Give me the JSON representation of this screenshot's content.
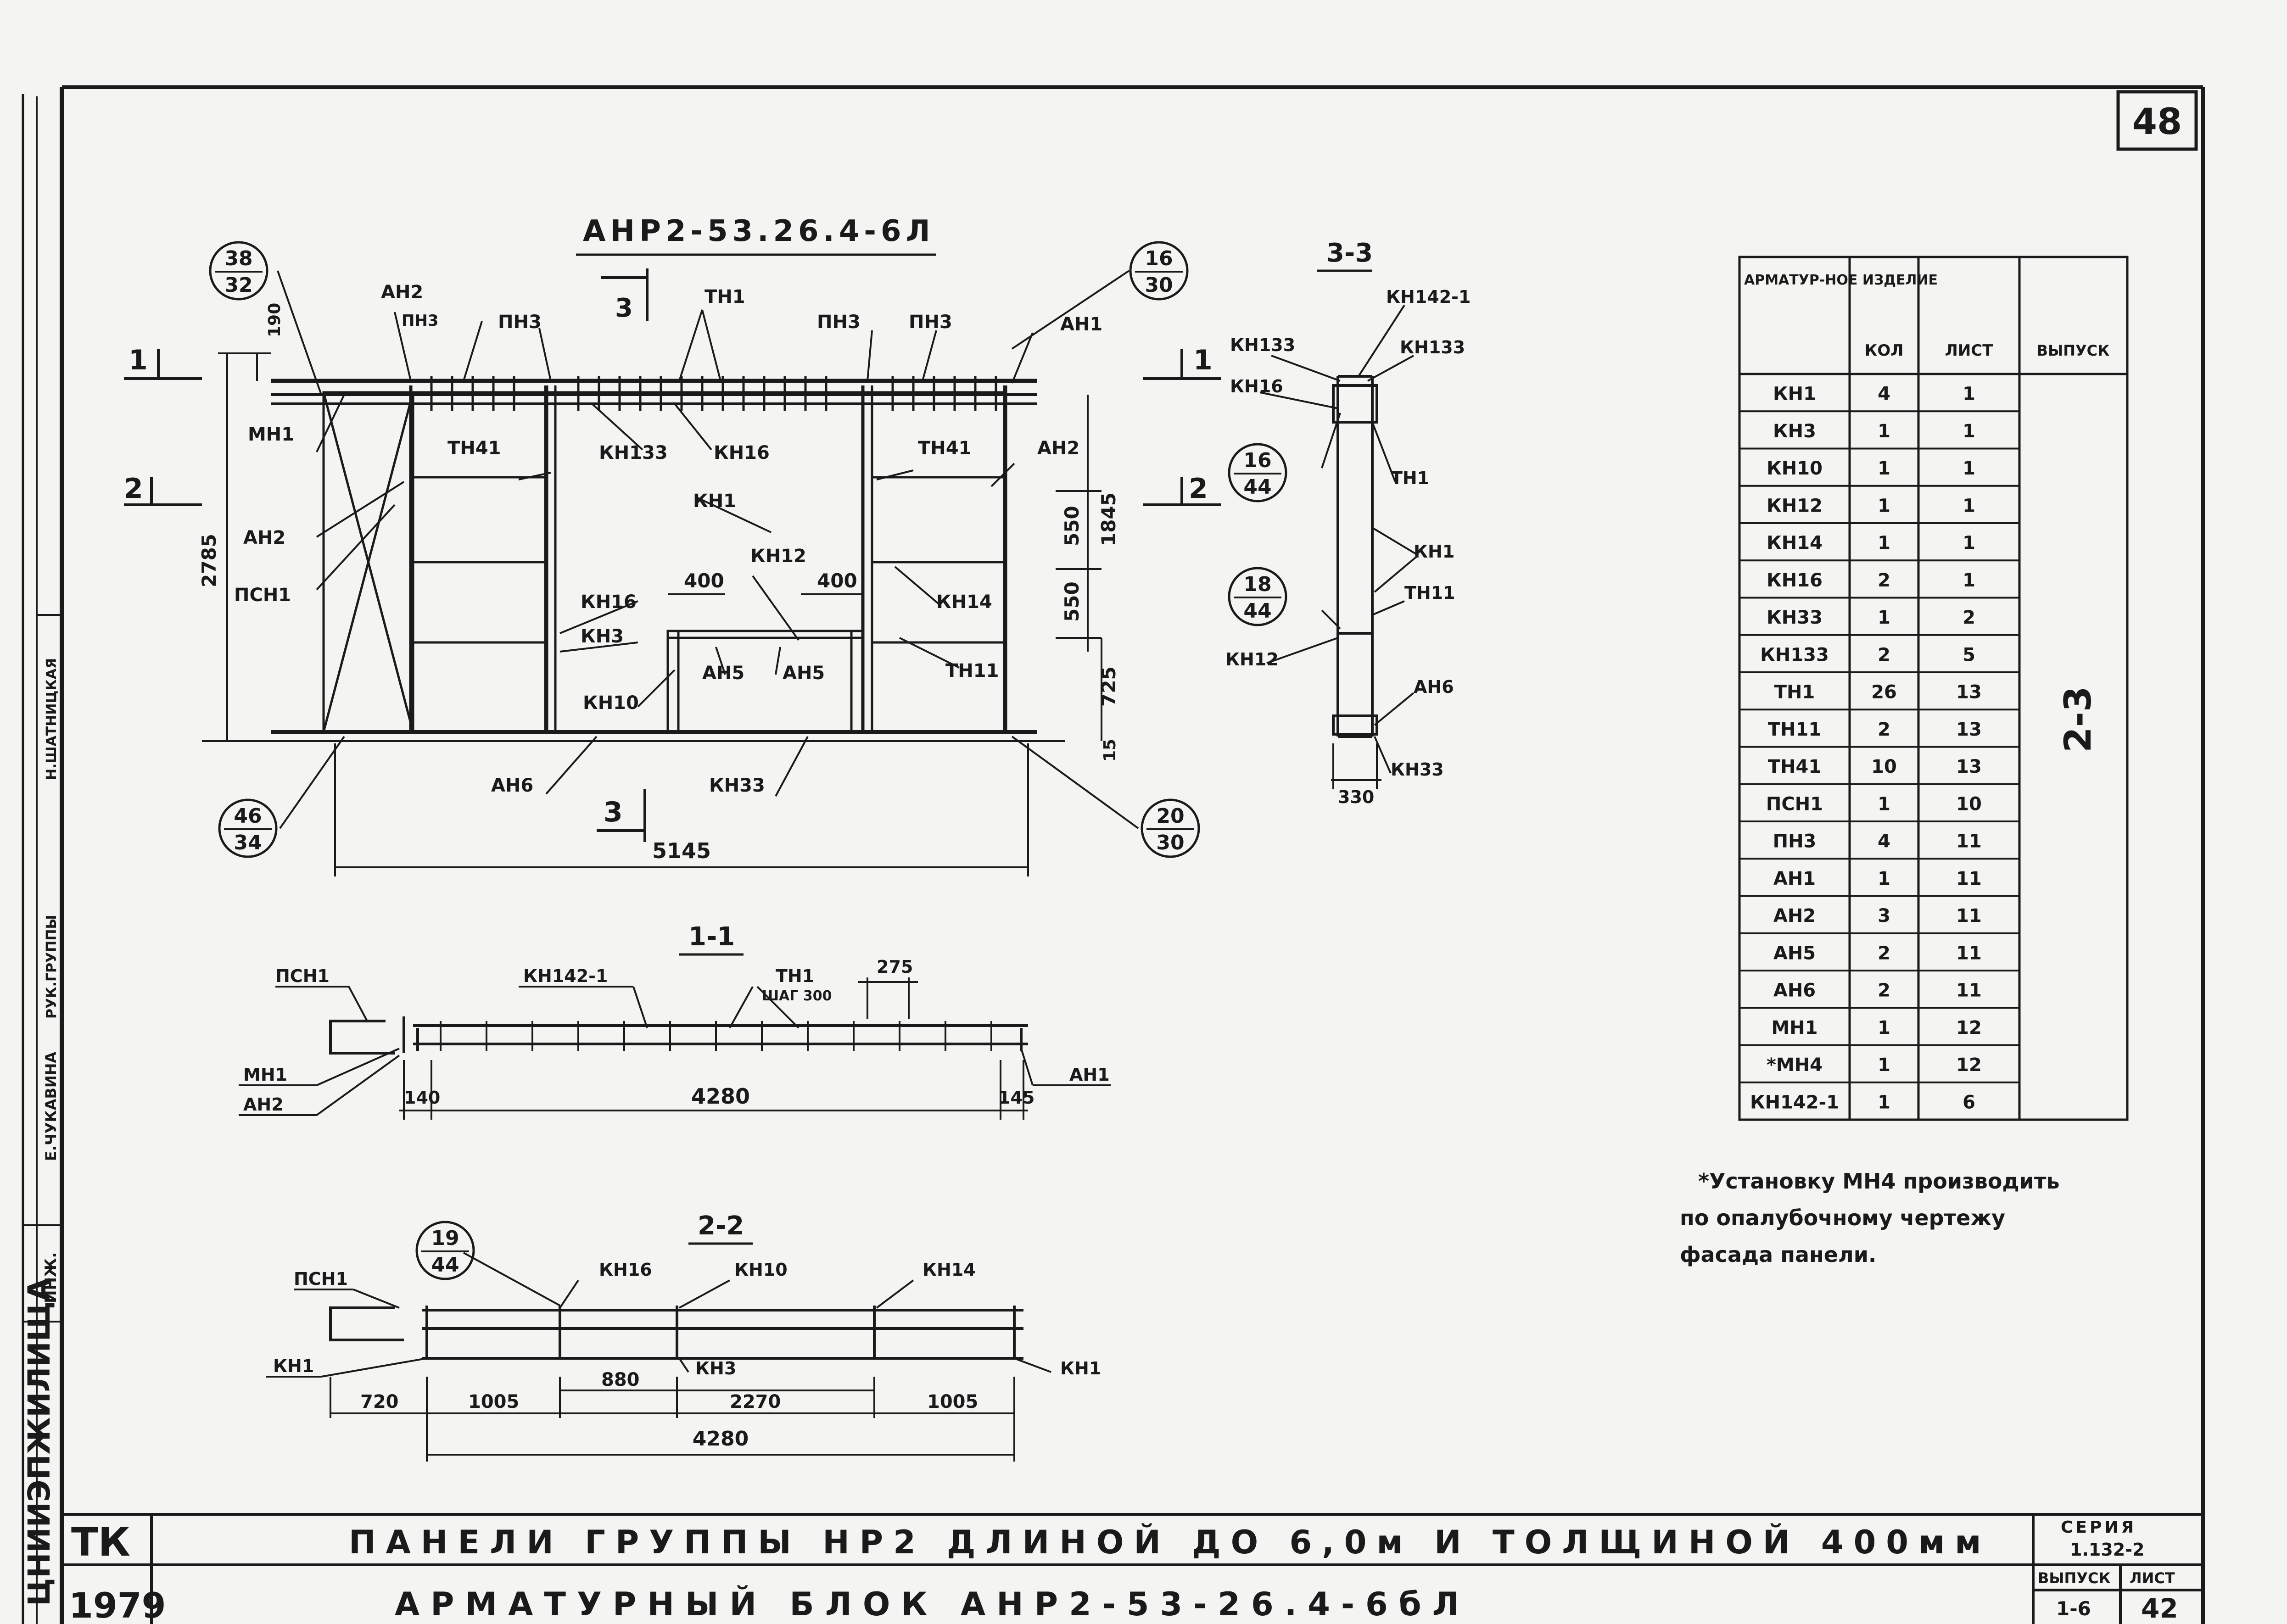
{
  "sheet_number": "48",
  "main_view": {
    "title": "АНР2-53.26.4-6Л",
    "section_mark": "3",
    "callouts": [
      {
        "top": "38",
        "bottom": "32"
      },
      {
        "top": "16",
        "bottom": "30"
      },
      {
        "top": "46",
        "bottom": "34"
      },
      {
        "top": "20",
        "bottom": "30"
      }
    ],
    "labels": {
      "ah2_top": "АН2",
      "pn3_a": "ПН3",
      "pn3_b": "ПН3",
      "tn1": "ТН1",
      "pn3_c": "ПН3",
      "pn3_d": "ПН3",
      "ah1": "АН1",
      "mn1": "МН1",
      "kn133": "КН133",
      "kn16": "КН16",
      "tn41_l": "ТН41",
      "tn41_r": "ТН41",
      "ah2_r": "АН2",
      "kn1": "КН1",
      "ah2_l": "АН2",
      "psn1": "ПСН1",
      "kn12": "КН12",
      "kn14": "КН14",
      "kn16_b": "КН16",
      "kn3": "КН3",
      "ah5_a": "АН5",
      "ah5_b": "АН5",
      "tn11": "ТН11",
      "kn10": "КН10",
      "ah6": "АН6",
      "kn33": "КН33"
    },
    "dims": {
      "d190": "190",
      "d2785": "2785",
      "d400a": "400",
      "d400b": "400",
      "d550a": "550",
      "d550b": "550",
      "d1845": "1845",
      "d725": "725",
      "d15": "15",
      "d5145": "5145"
    },
    "cut_1": "1",
    "cut_2": "2",
    "cut_1r": "1",
    "cut_2r": "2",
    "cut_3": "3"
  },
  "section_33": {
    "title": "3-3",
    "labels": {
      "kn142": "КН142-1",
      "kn133a": "КН133",
      "kn133b": "КН133",
      "kn16": "КН16",
      "tn1": "ТН1",
      "kn1": "КН1",
      "tn11": "ТН11",
      "kn12": "КН12",
      "ah6": "АН6",
      "kn33": "КН33"
    },
    "callouts": [
      {
        "top": "16",
        "bottom": "44"
      },
      {
        "top": "18",
        "bottom": "44"
      }
    ],
    "dim_330": "330"
  },
  "section_11": {
    "title": "1-1",
    "labels": {
      "psn1": "ПСН1",
      "kn142": "КН142-1",
      "tn1": "ТН1",
      "step": "ШАГ 300",
      "mn1": "МН1",
      "ah2": "АН2",
      "ah1": "АН1"
    },
    "dims": {
      "d275": "275",
      "d140": "140",
      "d4280": "4280",
      "d145": "145"
    }
  },
  "section_22": {
    "title": "2-2",
    "callout": {
      "top": "19",
      "bottom": "44"
    },
    "labels": {
      "psn1": "ПСН1",
      "kn16": "КН16",
      "kn10": "КН10",
      "kn14": "КН14",
      "kn1a": "КН1",
      "kn3": "КН3",
      "kn1b": "КН1"
    },
    "dims": {
      "d720": "720",
      "d1005a": "1005",
      "d880": "880",
      "d2270": "2270",
      "d1005b": "1005",
      "d4280": "4280"
    }
  },
  "spec_table": {
    "headers": [
      "АРМАТУР-НОЕ ИЗДЕЛИЕ",
      "КОЛ",
      "ЛИСТ",
      "ВЫПУСК"
    ],
    "rows": [
      [
        "КН1",
        "4",
        "1"
      ],
      [
        "КН3",
        "1",
        "1"
      ],
      [
        "КН10",
        "1",
        "1"
      ],
      [
        "КН12",
        "1",
        "1"
      ],
      [
        "КН14",
        "1",
        "1"
      ],
      [
        "КН16",
        "2",
        "1"
      ],
      [
        "КН33",
        "1",
        "2"
      ],
      [
        "КН133",
        "2",
        "5"
      ],
      [
        "ТН1",
        "26",
        "13"
      ],
      [
        "ТН11",
        "2",
        "13"
      ],
      [
        "ТН41",
        "10",
        "13"
      ],
      [
        "ПСН1",
        "1",
        "10"
      ],
      [
        "ПН3",
        "4",
        "11"
      ],
      [
        "АН1",
        "1",
        "11"
      ],
      [
        "АН2",
        "3",
        "11"
      ],
      [
        "АН5",
        "2",
        "11"
      ],
      [
        "АН6",
        "2",
        "11"
      ],
      [
        "МН1",
        "1",
        "12"
      ],
      [
        "*МН4",
        "1",
        "12"
      ],
      [
        "КН142-1",
        "1",
        "6"
      ]
    ],
    "issue_value": "2-3"
  },
  "note": [
    "*Установку МН4 производить",
    "по опалубочному чертежу",
    "фасада панели."
  ],
  "title_block": {
    "code": "ТК",
    "year": "1979",
    "line1": "ПАНЕЛИ ГРУППЫ НР2 ДЛИНОЙ ДО 6,0м И ТОЛЩИНОЙ 400мм",
    "line2": "АРМАТУРНЫЙ БЛОК АНР2-53-26.4-6бЛ",
    "series_label": "СЕРИЯ",
    "series_value": "1.132-2",
    "issue_label": "ВЫПУСК",
    "issue_value": "1-6",
    "sheet_label": "ЛИСТ",
    "sheet_value": "42"
  },
  "side_stamp": {
    "org": "ЦНИИЭПЖИЛИЩА",
    "inzh": "ИНЖ.",
    "group_lead": "РУК.ГРУППЫ",
    "names": "Е.ЧУКАВИНА",
    "checker": "Н.ШАТНИЦКАЯ"
  }
}
